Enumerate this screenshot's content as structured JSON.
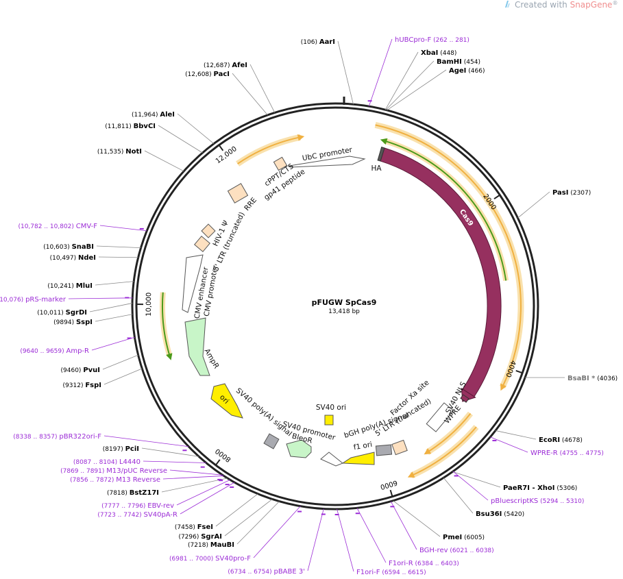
{
  "watermark": {
    "prefix": "Created with ",
    "brand": "SnapGene",
    "reg": "®"
  },
  "plasmid": {
    "name": "pFUGW SpCas9",
    "length_label": "13,418 bp",
    "length": 13418
  },
  "tick_labels": [
    {
      "pos": 2000,
      "text": "2000"
    },
    {
      "pos": 4000,
      "text": "4000"
    },
    {
      "pos": 6000,
      "text": "6000"
    },
    {
      "pos": 8000,
      "text": "8000"
    },
    {
      "pos": 10000,
      "text": "10,000"
    },
    {
      "pos": 12000,
      "text": "12,000"
    }
  ],
  "enzymes": [
    {
      "name": "AarI",
      "pos": "(106)",
      "side": "L"
    },
    {
      "name": "XbaI",
      "pos": "(448)",
      "side": "R"
    },
    {
      "name": "BamHI",
      "pos": "(454)",
      "side": "R"
    },
    {
      "name": "AgeI",
      "pos": "(466)",
      "side": "R"
    },
    {
      "name": "PasI",
      "pos": "(2307)",
      "side": "R"
    },
    {
      "name": "BsaBI",
      "star": "*",
      "pos": "(4036)",
      "side": "R",
      "faded": true
    },
    {
      "name": "EcoRI",
      "pos": "(4678)",
      "side": "R"
    },
    {
      "name": "PaeR7I",
      "extra": " - XhoI",
      "pos": "(5306)",
      "side": "R"
    },
    {
      "name": "Bsu36I",
      "pos": "(5420)",
      "side": "R"
    },
    {
      "name": "PmeI",
      "pos": "(6005)",
      "side": "R"
    },
    {
      "name": "MauBI",
      "pos": "(7218)",
      "side": "L"
    },
    {
      "name": "SgrAI",
      "pos": "(7296)",
      "side": "L"
    },
    {
      "name": "FseI",
      "pos": "(7458)",
      "side": "L"
    },
    {
      "name": "BstZ17I",
      "pos": "(7818)",
      "side": "L"
    },
    {
      "name": "PciI",
      "pos": "(8197)",
      "side": "L"
    },
    {
      "name": "FspI",
      "pos": "(9312)",
      "side": "L"
    },
    {
      "name": "PvuI",
      "pos": "(9460)",
      "side": "L"
    },
    {
      "name": "SspI",
      "pos": "(9894)",
      "side": "L"
    },
    {
      "name": "SgrDI",
      "pos": "(10,011)",
      "side": "L"
    },
    {
      "name": "MluI",
      "pos": "(10,241)",
      "side": "L"
    },
    {
      "name": "NdeI",
      "pos": "(10,497)",
      "side": "L"
    },
    {
      "name": "SnaBI",
      "pos": "(10,603)",
      "side": "L"
    },
    {
      "name": "NotI",
      "pos": "(11,535)",
      "side": "L"
    },
    {
      "name": "BbvCI",
      "pos": "(11,811)",
      "side": "L"
    },
    {
      "name": "AleI",
      "pos": "(11,964)",
      "side": "L"
    },
    {
      "name": "PacI",
      "pos": "(12,608)",
      "side": "L"
    },
    {
      "name": "AfeI",
      "pos": "(12,687)",
      "side": "L"
    }
  ],
  "primers": [
    {
      "name": "hUBCpro-F",
      "range": "(262 .. 281)",
      "side": "R"
    },
    {
      "name": "WPRE-R",
      "range": "(4755 .. 4775)",
      "side": "R"
    },
    {
      "name": "pBluescriptKS",
      "range": "(5294 .. 5310)",
      "side": "R"
    },
    {
      "name": "BGH-rev",
      "range": "(6021 .. 6038)",
      "side": "R"
    },
    {
      "name": "F1ori-R",
      "range": "(6384 .. 6403)",
      "side": "R"
    },
    {
      "name": "F1ori-F",
      "range": "(6594 .. 6615)",
      "side": "R"
    },
    {
      "name": "pBABE 3'",
      "range": "(6734 .. 6754)",
      "side": "L"
    },
    {
      "name": "SV40pro-F",
      "range": "(6981 .. 7000)",
      "side": "L"
    },
    {
      "name": "SV40pA-R",
      "range": "(7723 .. 7742)",
      "side": "L"
    },
    {
      "name": "EBV-rev",
      "range": "(7777 .. 7796)",
      "side": "L"
    },
    {
      "name": "M13 Reverse",
      "range": "(7856 .. 7872)",
      "side": "L"
    },
    {
      "name": "M13/pUC Reverse",
      "range": "(7869 .. 7891)",
      "side": "L"
    },
    {
      "name": "L4440",
      "range": "(8087 .. 8104)",
      "side": "L"
    },
    {
      "name": "pBR322ori-F",
      "range": "(8338 .. 8357)",
      "side": "L"
    },
    {
      "name": "Amp-R",
      "range": "(9640 .. 9659)",
      "side": "L"
    },
    {
      "name": "pRS-marker",
      "range": "(10,057 .. 10,076)",
      "side": "L"
    },
    {
      "name": "CMV-F",
      "range": "(10,782 .. 10,802)",
      "side": "L"
    }
  ],
  "features": [
    {
      "name": "Cas9",
      "color": "#96305f"
    },
    {
      "name": "HA"
    },
    {
      "name": "SV40 NLS"
    },
    {
      "name": "Factor Xa site"
    },
    {
      "name": "WPRE"
    },
    {
      "name": "5' LTR (truncated)"
    },
    {
      "name": "bGH poly(A) signal"
    },
    {
      "name": "f1 ori"
    },
    {
      "name": "SV40 ori"
    },
    {
      "name": "SV40 promoter"
    },
    {
      "name": "BleoR"
    },
    {
      "name": "SV40 poly(A) signal"
    },
    {
      "name": "ori"
    },
    {
      "name": "AmpR"
    },
    {
      "name": "CMV enhancer"
    },
    {
      "name": "CMV promoter"
    },
    {
      "name": "5' LTR (truncated)"
    },
    {
      "name": "HIV-1 Ψ"
    },
    {
      "name": "RRE"
    },
    {
      "name": "gp41 peptide"
    },
    {
      "name": "cPPT/CTS"
    },
    {
      "name": "UbC promoter"
    }
  ],
  "colors": {
    "backbone": "#222222",
    "primer": "#9b2bd6",
    "cas9": "#96305f",
    "orange_arc": "#f0b040",
    "green_arc": "#4a9a1a",
    "yellow": "#ffee00",
    "light_green": "#c8f5c8",
    "peach": "#fde0c0",
    "gray": "#a9aab0"
  }
}
